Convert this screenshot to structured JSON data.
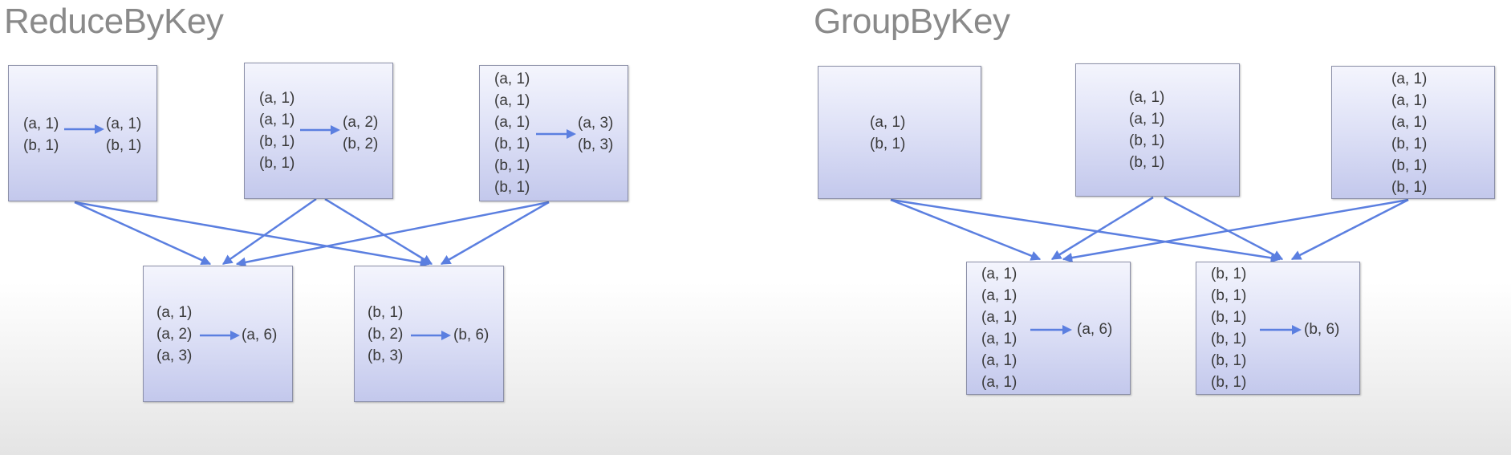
{
  "reduce": {
    "title": "ReduceByKey",
    "m1": {
      "in": [
        "(a, 1)",
        "(b, 1)"
      ],
      "out": [
        "(a, 1)",
        "(b, 1)"
      ]
    },
    "m2": {
      "in": [
        "(a, 1)",
        "(a, 1)",
        "(b, 1)",
        "(b, 1)"
      ],
      "out": [
        "(a, 2)",
        "(b, 2)"
      ]
    },
    "m3": {
      "in": [
        "(a, 1)",
        "(a, 1)",
        "(a, 1)",
        "(b, 1)",
        "(b, 1)",
        "(b, 1)"
      ],
      "out": [
        "(a, 3)",
        "(b, 3)"
      ]
    },
    "r1": {
      "in": [
        "(a, 1)",
        "(a, 2)",
        "(a, 3)"
      ],
      "out": "(a, 6)"
    },
    "r2": {
      "in": [
        "(b, 1)",
        "(b, 2)",
        "(b, 3)"
      ],
      "out": "(b, 6)"
    }
  },
  "group": {
    "title": "GroupByKey",
    "m1": {
      "in": [
        "(a, 1)",
        "(b, 1)"
      ]
    },
    "m2": {
      "in": [
        "(a, 1)",
        "(a, 1)",
        "(b, 1)",
        "(b, 1)"
      ]
    },
    "m3": {
      "in": [
        "(a, 1)",
        "(a, 1)",
        "(a, 1)",
        "(b, 1)",
        "(b, 1)",
        "(b, 1)"
      ]
    },
    "r1": {
      "in": [
        "(a, 1)",
        "(a, 1)",
        "(a, 1)",
        "(a, 1)",
        "(a, 1)",
        "(a, 1)"
      ],
      "out": "(a, 6)"
    },
    "r2": {
      "in": [
        "(b, 1)",
        "(b, 1)",
        "(b, 1)",
        "(b, 1)",
        "(b, 1)",
        "(b, 1)"
      ],
      "out": "(b, 6)"
    }
  },
  "colors": {
    "arrow": "#5b7fe0",
    "text": "#3a3a3a",
    "title": "#8a8a8a"
  }
}
